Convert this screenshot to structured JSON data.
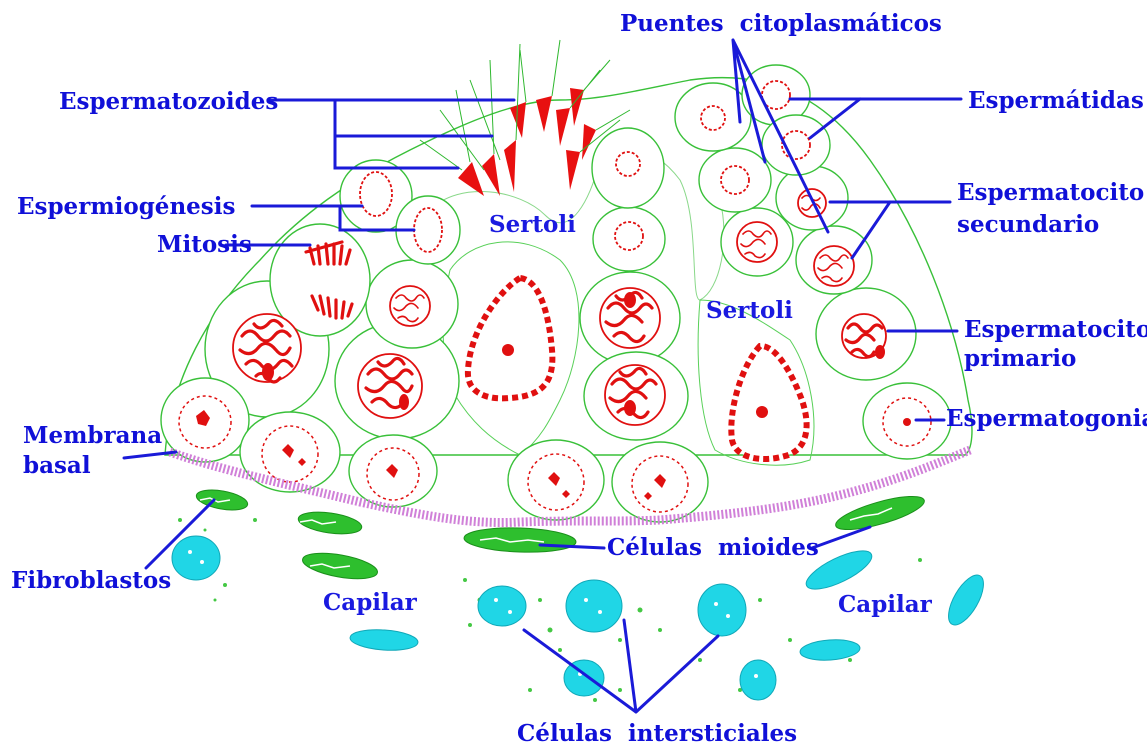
{
  "labels": {
    "puentes": "Puentes  citoplasmáticos",
    "espermatozoides": "Espermatozoides",
    "espermatidas": "Espermátidas",
    "espermiogenesis": "Espermiogénesis",
    "mitosis": "Mitosis",
    "sertoli_left": "Sertoli",
    "sertoli_right": "Sertoli",
    "espermatocito_sec_1": "Espermatocito",
    "espermatocito_sec_2": "secundario",
    "espermatocito_pri_1": "Espermatocito",
    "espermatocito_pri_2": "primario",
    "membrana_1": "Membrana",
    "membrana_2": "basal",
    "espermatogonia": "Espermatogonia",
    "celulas_mioides": "Células  mioides",
    "fibroblastos": "Fibroblastos",
    "capilar_left": "Capilar",
    "capilar_right": "Capilar",
    "intersticiales": "Células  intersticiales"
  },
  "colors": {
    "label_text": "#1010d8",
    "leader_line": "#1a1ad8",
    "cell_membrane": "#39c039",
    "nucleus_chromatin": "#e01010",
    "interstitial_cells": "#20d6e6",
    "basal_membrane": "#d080d8",
    "myoid_fibroblast": "#2ebf2e"
  }
}
